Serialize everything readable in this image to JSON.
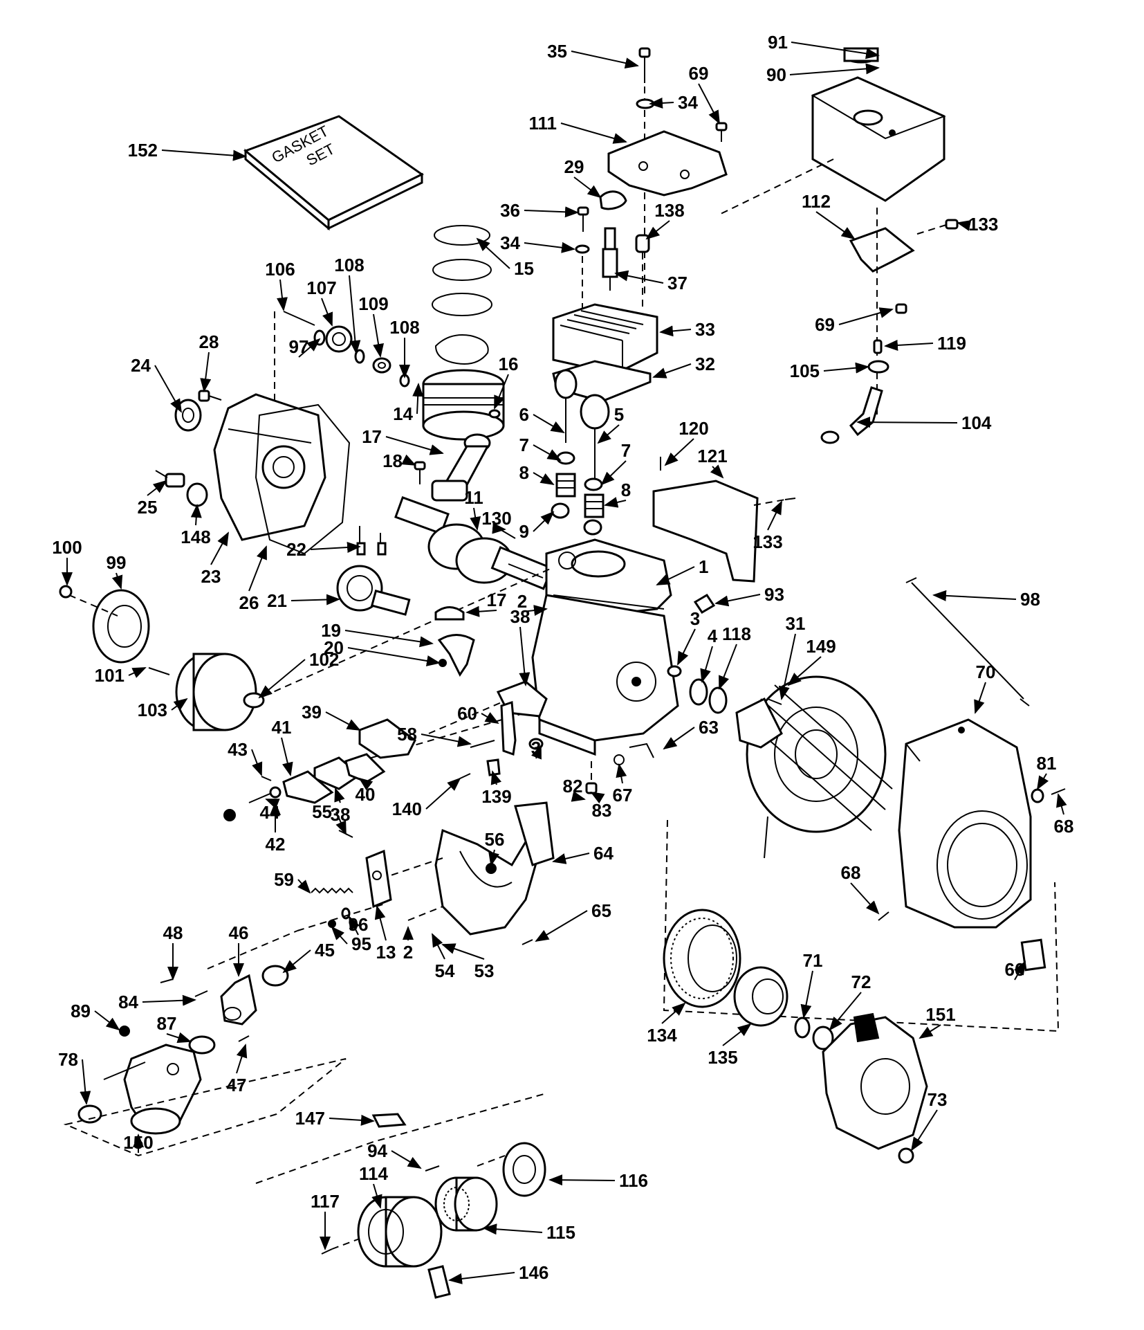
{
  "gasket_box_text": [
    "GASKET",
    "SET"
  ],
  "labels": [
    "152",
    "35",
    "34",
    "69",
    "111",
    "29",
    "36",
    "34",
    "138",
    "37",
    "91",
    "90",
    "112",
    "133",
    "69",
    "119",
    "105",
    "104",
    "106",
    "108",
    "107",
    "109",
    "108",
    "97",
    "15",
    "33",
    "32",
    "16",
    "24",
    "28",
    "14",
    "6",
    "5",
    "7",
    "7",
    "8",
    "8",
    "9",
    "17",
    "18",
    "11",
    "120",
    "121",
    "133",
    "25",
    "148",
    "22",
    "130",
    "1",
    "23",
    "26",
    "21",
    "17",
    "2",
    "93",
    "100",
    "99",
    "19",
    "20",
    "38",
    "3",
    "4",
    "118",
    "31",
    "149",
    "98",
    "70",
    "101",
    "102",
    "103",
    "60",
    "3",
    "63",
    "39",
    "58",
    "41",
    "43",
    "40",
    "38",
    "67",
    "82",
    "83",
    "140",
    "139",
    "81",
    "68",
    "44",
    "42",
    "55",
    "56",
    "64",
    "68",
    "59",
    "96",
    "95",
    "13",
    "2",
    "65",
    "54",
    "53",
    "48",
    "46",
    "45",
    "66",
    "84",
    "89",
    "87",
    "78",
    "47",
    "150",
    "71",
    "72",
    "151",
    "134",
    "135",
    "73",
    "147",
    "94",
    "116",
    "114",
    "117",
    "115",
    "146"
  ]
}
